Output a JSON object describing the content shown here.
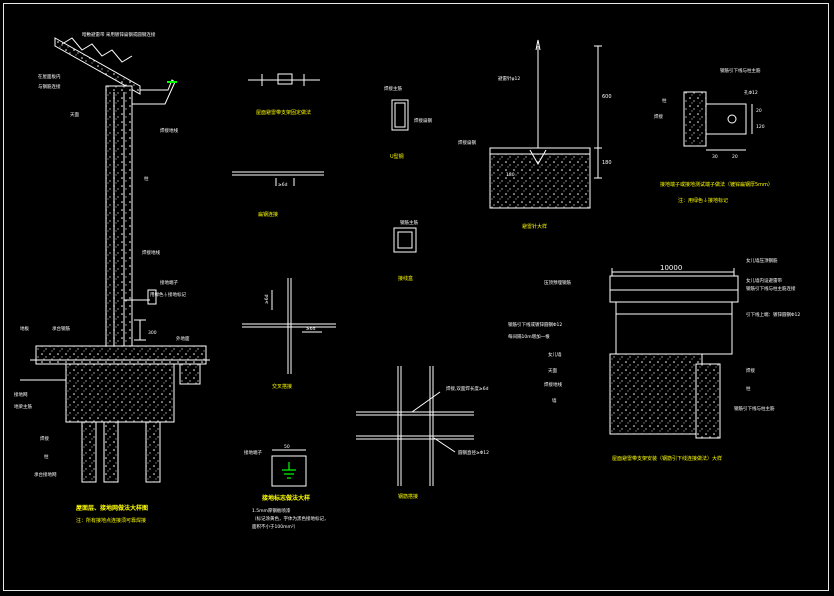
{
  "colors": {
    "background": "#000000",
    "line": "#ffffff",
    "text": "#ffffff",
    "accent_yellow": "#ffff00",
    "accent_green": "#00ff00"
  },
  "labels": {
    "roof_note_1": "暗敷避雷带 采用镀锌扁钢或圆钢连接",
    "roof_note_2": "在屋面板内",
    "roof_note_3": "与钢筋连接",
    "ceiling": "天面",
    "weld": "焊接地线",
    "pillar": "柱",
    "weld_pipe": "焊接地线",
    "ground_box": "接地端子",
    "ground_symbol_note": "用绿色⏚接地标记",
    "dim_300": "300",
    "outside_floor": "外地面",
    "left_1": "地板",
    "left_2": "承台钢筋",
    "left_3": "接地网",
    "left_4": "地梁主筋",
    "left_5": "焊接",
    "left_6": "柱",
    "left_7": "承台接地网",
    "detail1_title": "屋面层、接地网做法大样图",
    "detail1_note": "注：所有接地点连接须可靠焊接",
    "pipe_title": "屋面避雷带支架固定做法",
    "flat_title": "扁钢连接",
    "flat_dim": "≥6d",
    "steel_title": "U型钢",
    "steel_l1": "焊接主筋",
    "steel_l2": "焊接扁钢",
    "box_title": "接线盒",
    "box_label": "钢筋主筋",
    "cross_title": "交叉搭接",
    "cross_dim1": "≥6d",
    "cross_dim2": "≥6d",
    "ground_mark_title": "接地标志做法大样",
    "ground_mark_dim": "50",
    "ground_mark_l1": "接地端子",
    "ground_mark_n1": "1.5mm厚钢板喷漆",
    "ground_mark_n2": "（标记涂黄色，字体为黑色接地标记，",
    "ground_mark_n3": "面积不小于100mm²）",
    "rebar_title": "钢筋搭接",
    "rebar_l1": "焊接,双面焊长度≥6d",
    "rebar_l2": "圆钢直径≥Φ12",
    "rod_l1": "避雷针φ12",
    "rod_l2": "焊接扁钢",
    "rod_dim_600": "600",
    "rod_dim_180": "180",
    "rod_dim_left": "180",
    "rod_title": "避雷针大样",
    "term_l1": "柱",
    "term_l2": "焊接",
    "term_l3": "钢筋引下线与柱主筋",
    "term_hole": "孔Φ12",
    "term_d1": "30",
    "term_d2": "20",
    "term_d3": "20",
    "term_d4": "120",
    "term_title": "接地端子或接地测试端子做法（镀锌扁钢厚5mm）",
    "term_note": "注：用绿色⏚接地标记",
    "wall_dim": "10000",
    "wall_r1": "女儿墙压顶钢筋",
    "wall_r2": "女儿墙内设避雷带",
    "wall_r3": "钢筋引下线与柱主筋连接",
    "wall_r4": "引下线上端：镀锌圆钢Φ12",
    "wall_l1": "压顶预埋钢筋",
    "wall_l2": "钢筋引下线或镀锌圆钢Φ12",
    "wall_l3": "每间隔10m增加一根",
    "wall_l4": "女儿墙",
    "wall_l5": "天面",
    "wall_l6": "焊接地线",
    "wall_l7": "墙",
    "wall_r5": "焊接",
    "wall_r6": "柱",
    "wall_r7": "钢筋引下线与柱主筋",
    "wall_title": "屋面避雷带支架安装（钢筋引下线连接做法）大样"
  }
}
